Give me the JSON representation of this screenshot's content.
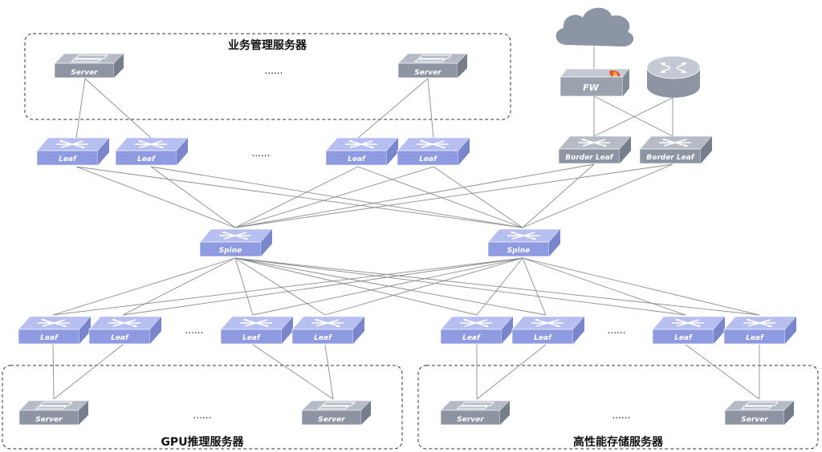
{
  "groups": {
    "business": "业务管理服务器",
    "gpu": "GPU推理服务器",
    "storage": "高性能存储服务器"
  },
  "labels": {
    "server": "Server",
    "leaf": "Leaf",
    "spine": "Spine",
    "border_leaf": "Border Leaf",
    "firewall": "FW",
    "ellipsis": "......"
  },
  "icons": {
    "cloud": "cloud-icon",
    "router": "router-icon",
    "firewall": "firewall-icon",
    "switch": "switch-icon",
    "server": "server-icon"
  },
  "colors": {
    "switch_top": "#b7bff0",
    "switch_front": "#8f9be0",
    "switch_side": "#7a86cc",
    "gray_top": "#b6bcc6",
    "gray_front": "#8d95a2",
    "gray_side": "#767e8b",
    "cloud": "#8c95a3",
    "link": "#8c8c8c"
  }
}
